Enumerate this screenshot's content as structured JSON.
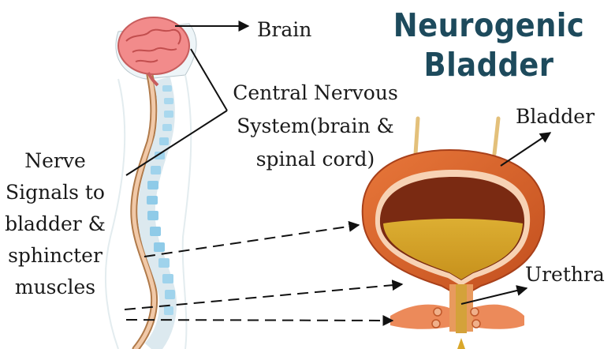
{
  "title": {
    "line1": "Neurogenic",
    "line2": "Bladder"
  },
  "labels": {
    "brain": "Brain",
    "cns": {
      "line1": "Central Nervous",
      "line2": "System(brain &",
      "line3": "spinal cord)"
    },
    "nerve": {
      "line1": "Nerve",
      "line2": "Signals to",
      "line3": "bladder &",
      "line4": "sphincter",
      "line5": "muscles"
    },
    "bladder": "Bladder",
    "urethra": "Urethra"
  },
  "colors": {
    "title": "#1d4a5c",
    "text": "#1a1a1a",
    "brain": "#f28b8b",
    "spine_outline": "#b07a4a",
    "vertebrae": "#9fd3ec",
    "bladder_wall": "#d6652e",
    "bladder_inner": "#7a2a12",
    "urine": "#d9a72a",
    "arrow": "#111111"
  }
}
